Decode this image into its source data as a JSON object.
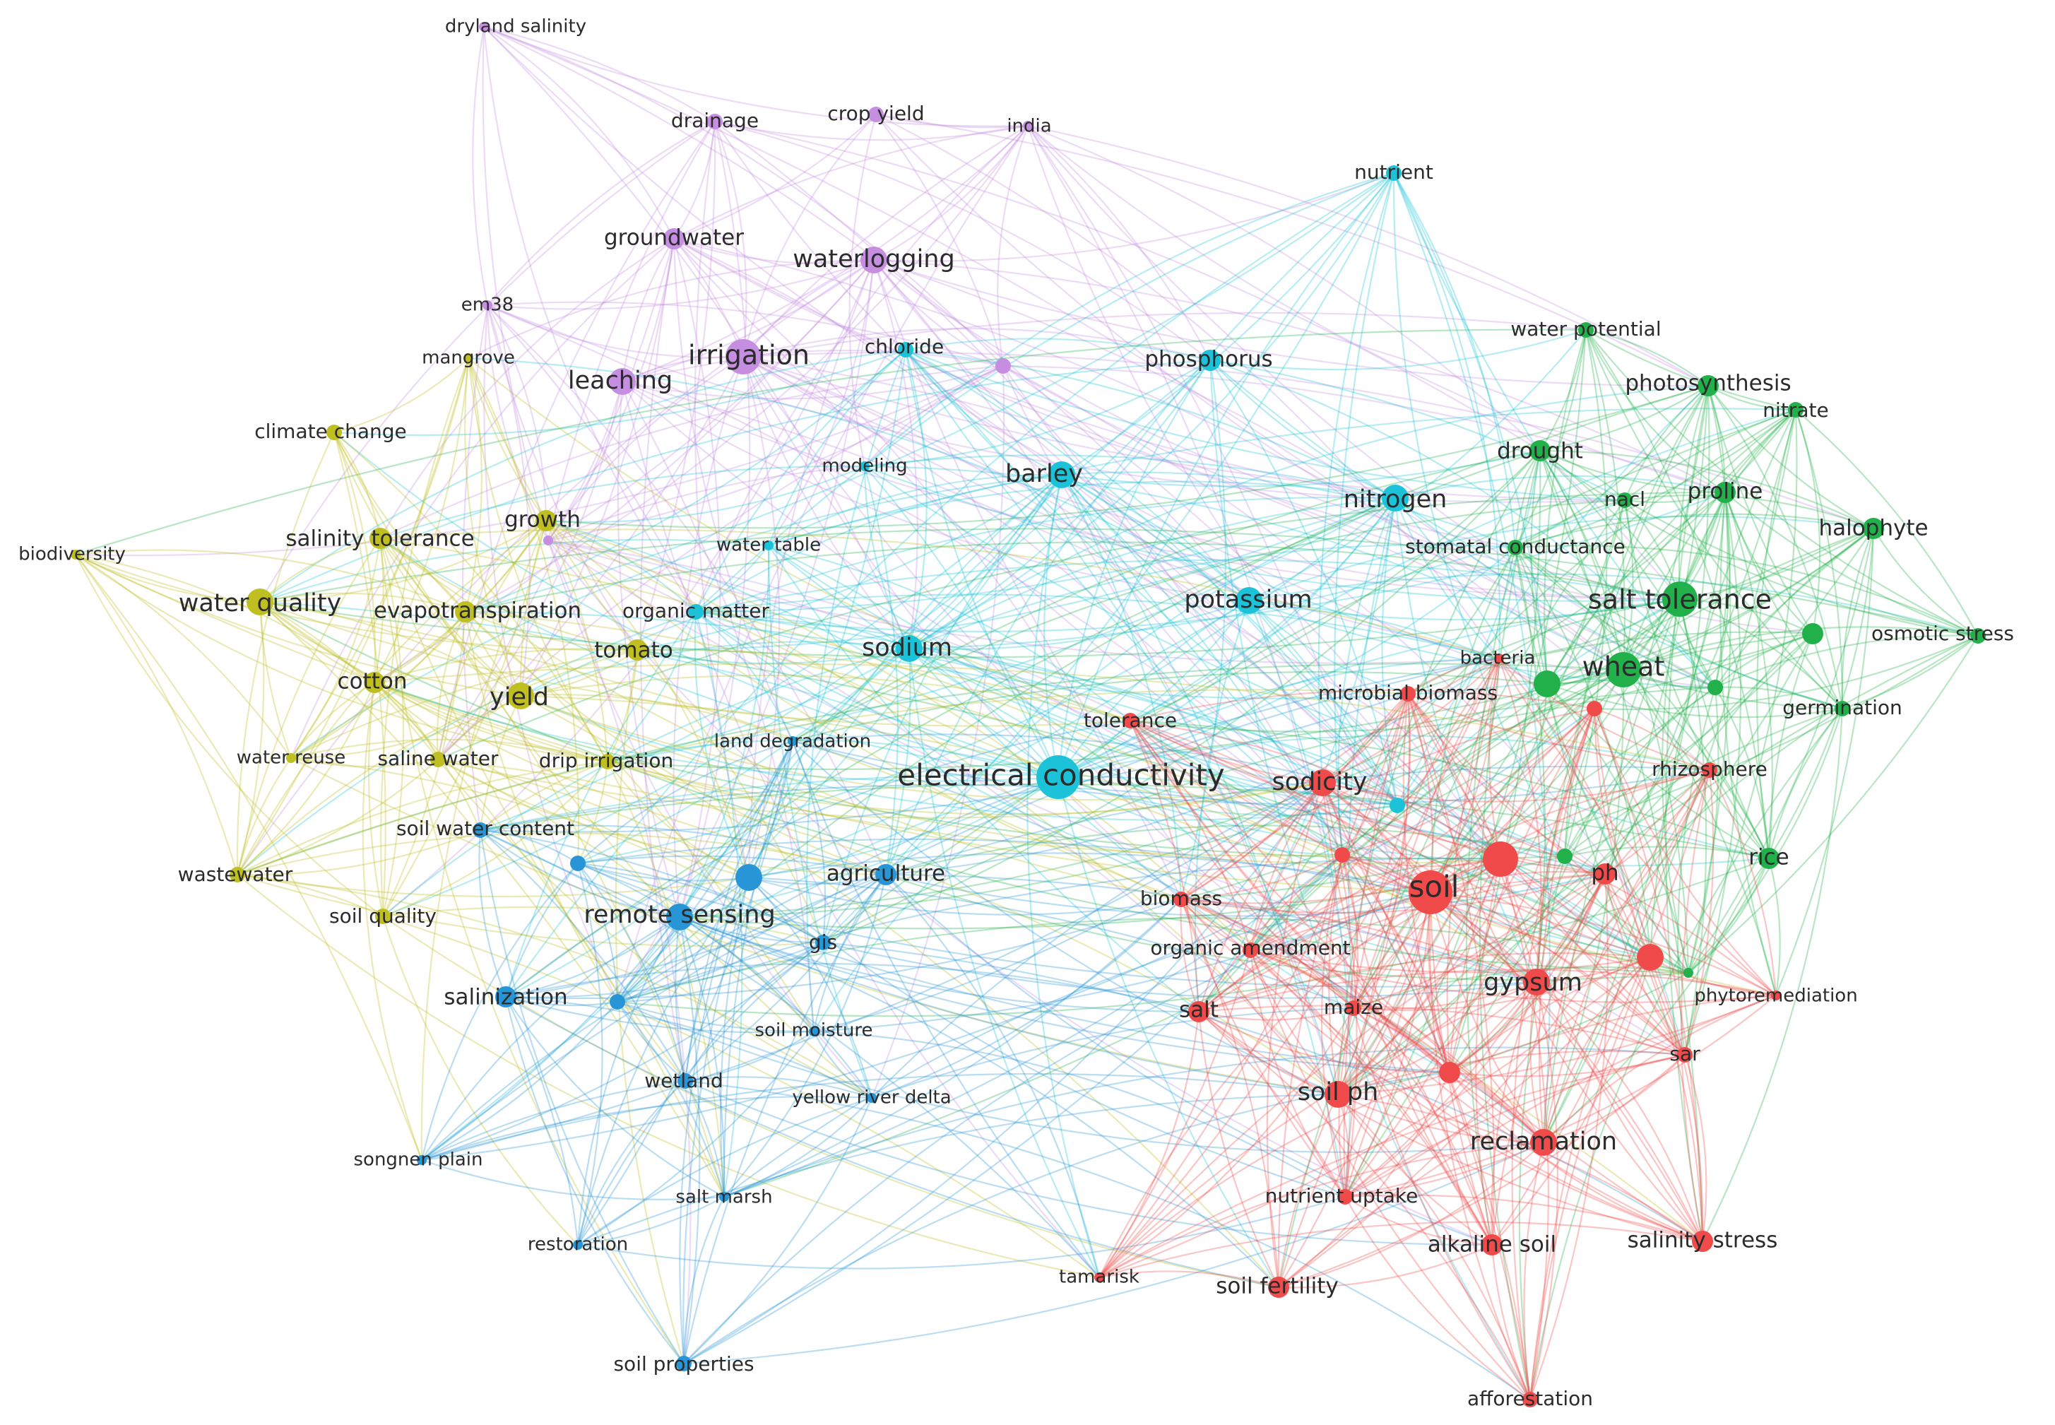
{
  "clusters": {
    "red": "#f04a4a",
    "green": "#22b04b",
    "blue": "#2896d6",
    "yellow": "#bfbf22",
    "purple": "#c58ee0",
    "cyan": "#1cc3d8"
  },
  "nodes": [
    {
      "label": "dryland salinity",
      "cluster": "purple",
      "weight": 1
    },
    {
      "label": "drainage",
      "cluster": "purple",
      "weight": 2
    },
    {
      "label": "crop yield",
      "cluster": "purple",
      "weight": 2
    },
    {
      "label": "india",
      "cluster": "purple",
      "weight": 1
    },
    {
      "label": "groundwater",
      "cluster": "purple",
      "weight": 3
    },
    {
      "label": "waterlogging",
      "cluster": "purple",
      "weight": 4
    },
    {
      "label": "em38",
      "cluster": "purple",
      "weight": 1
    },
    {
      "label": "irrigation",
      "cluster": "purple",
      "weight": 5
    },
    {
      "label": "leaching",
      "cluster": "purple",
      "weight": 4
    },
    {
      "label": "",
      "cluster": "purple",
      "weight": 2
    },
    {
      "label": "",
      "cluster": "purple",
      "weight": 1
    },
    {
      "label": "nutrient",
      "cluster": "cyan",
      "weight": 2
    },
    {
      "label": "chloride",
      "cluster": "cyan",
      "weight": 2
    },
    {
      "label": "phosphorus",
      "cluster": "cyan",
      "weight": 3
    },
    {
      "label": "modeling",
      "cluster": "cyan",
      "weight": 1
    },
    {
      "label": "barley",
      "cluster": "cyan",
      "weight": 4
    },
    {
      "label": "nitrogen",
      "cluster": "cyan",
      "weight": 4
    },
    {
      "label": "water table",
      "cluster": "cyan",
      "weight": 1
    },
    {
      "label": "potassium",
      "cluster": "cyan",
      "weight": 4
    },
    {
      "label": "organic matter",
      "cluster": "cyan",
      "weight": 2
    },
    {
      "label": "sodium",
      "cluster": "cyan",
      "weight": 4
    },
    {
      "label": "electrical conductivity",
      "cluster": "cyan",
      "weight": 6
    },
    {
      "label": "",
      "cluster": "cyan",
      "weight": 2
    },
    {
      "label": "water potential",
      "cluster": "green",
      "weight": 2
    },
    {
      "label": "photosynthesis",
      "cluster": "green",
      "weight": 3
    },
    {
      "label": "nitrate",
      "cluster": "green",
      "weight": 2
    },
    {
      "label": "drought",
      "cluster": "green",
      "weight": 3
    },
    {
      "label": "nacl",
      "cluster": "green",
      "weight": 2
    },
    {
      "label": "proline",
      "cluster": "green",
      "weight": 3
    },
    {
      "label": "halophyte",
      "cluster": "green",
      "weight": 3
    },
    {
      "label": "stomatal conductance",
      "cluster": "green",
      "weight": 2
    },
    {
      "label": "salt tolerance",
      "cluster": "green",
      "weight": 5
    },
    {
      "label": "osmotic stress",
      "cluster": "green",
      "weight": 2
    },
    {
      "label": "wheat",
      "cluster": "green",
      "weight": 5
    },
    {
      "label": "germination",
      "cluster": "green",
      "weight": 2
    },
    {
      "label": "rice",
      "cluster": "green",
      "weight": 3
    },
    {
      "label": "",
      "cluster": "green",
      "weight": 3
    },
    {
      "label": "",
      "cluster": "green",
      "weight": 2
    },
    {
      "label": "",
      "cluster": "green",
      "weight": 4
    },
    {
      "label": "",
      "cluster": "green",
      "weight": 2
    },
    {
      "label": "",
      "cluster": "green",
      "weight": 1
    },
    {
      "label": "mangrove",
      "cluster": "yellow",
      "weight": 1
    },
    {
      "label": "climate change",
      "cluster": "yellow",
      "weight": 2
    },
    {
      "label": "growth",
      "cluster": "yellow",
      "weight": 3
    },
    {
      "label": "salinity tolerance",
      "cluster": "yellow",
      "weight": 3
    },
    {
      "label": "biodiversity",
      "cluster": "yellow",
      "weight": 1
    },
    {
      "label": "water quality",
      "cluster": "yellow",
      "weight": 4
    },
    {
      "label": "evapotranspiration",
      "cluster": "yellow",
      "weight": 3
    },
    {
      "label": "tomato",
      "cluster": "yellow",
      "weight": 3
    },
    {
      "label": "cotton",
      "cluster": "yellow",
      "weight": 3
    },
    {
      "label": "yield",
      "cluster": "yellow",
      "weight": 4
    },
    {
      "label": "water reuse",
      "cluster": "yellow",
      "weight": 1
    },
    {
      "label": "saline water",
      "cluster": "yellow",
      "weight": 2
    },
    {
      "label": "drip irrigation",
      "cluster": "yellow",
      "weight": 2
    },
    {
      "label": "wastewater",
      "cluster": "yellow",
      "weight": 2
    },
    {
      "label": "soil quality",
      "cluster": "yellow",
      "weight": 2
    },
    {
      "label": "land degradation",
      "cluster": "blue",
      "weight": 1
    },
    {
      "label": "soil water content",
      "cluster": "blue",
      "weight": 2
    },
    {
      "label": "agriculture",
      "cluster": "blue",
      "weight": 3
    },
    {
      "label": "remote sensing",
      "cluster": "blue",
      "weight": 4
    },
    {
      "label": "gis",
      "cluster": "blue",
      "weight": 2
    },
    {
      "label": "salinization",
      "cluster": "blue",
      "weight": 3
    },
    {
      "label": "soil moisture",
      "cluster": "blue",
      "weight": 1
    },
    {
      "label": "wetland",
      "cluster": "blue",
      "weight": 2
    },
    {
      "label": "yellow river delta",
      "cluster": "blue",
      "weight": 1
    },
    {
      "label": "songnen plain",
      "cluster": "blue",
      "weight": 1
    },
    {
      "label": "salt marsh",
      "cluster": "blue",
      "weight": 1
    },
    {
      "label": "restoration",
      "cluster": "blue",
      "weight": 1
    },
    {
      "label": "soil properties",
      "cluster": "blue",
      "weight": 2
    },
    {
      "label": "",
      "cluster": "blue",
      "weight": 4
    },
    {
      "label": "",
      "cluster": "blue",
      "weight": 2
    },
    {
      "label": "",
      "cluster": "blue",
      "weight": 2
    },
    {
      "label": "bacteria",
      "cluster": "red",
      "weight": 1
    },
    {
      "label": "microbial biomass",
      "cluster": "red",
      "weight": 2
    },
    {
      "label": "tolerance",
      "cluster": "red",
      "weight": 2
    },
    {
      "label": "sodicity",
      "cluster": "red",
      "weight": 4
    },
    {
      "label": "rhizosphere",
      "cluster": "red",
      "weight": 2
    },
    {
      "label": "soil",
      "cluster": "red",
      "weight": 6
    },
    {
      "label": "ph",
      "cluster": "red",
      "weight": 3
    },
    {
      "label": "biomass",
      "cluster": "red",
      "weight": 2
    },
    {
      "label": "organic amendment",
      "cluster": "red",
      "weight": 2
    },
    {
      "label": "gypsum",
      "cluster": "red",
      "weight": 4
    },
    {
      "label": "phytoremediation",
      "cluster": "red",
      "weight": 1
    },
    {
      "label": "salt",
      "cluster": "red",
      "weight": 3
    },
    {
      "label": "maize",
      "cluster": "red",
      "weight": 2
    },
    {
      "label": "sar",
      "cluster": "red",
      "weight": 2
    },
    {
      "label": "soil ph",
      "cluster": "red",
      "weight": 4
    },
    {
      "label": "reclamation",
      "cluster": "red",
      "weight": 4
    },
    {
      "label": "nutrient uptake",
      "cluster": "red",
      "weight": 2
    },
    {
      "label": "alkaline soil",
      "cluster": "red",
      "weight": 3
    },
    {
      "label": "salinity stress",
      "cluster": "red",
      "weight": 3
    },
    {
      "label": "tamarisk",
      "cluster": "red",
      "weight": 1
    },
    {
      "label": "soil fertility",
      "cluster": "red",
      "weight": 3
    },
    {
      "label": "afforestation",
      "cluster": "red",
      "weight": 2
    },
    {
      "label": "",
      "cluster": "red",
      "weight": 5
    },
    {
      "label": "",
      "cluster": "red",
      "weight": 4
    },
    {
      "label": "",
      "cluster": "red",
      "weight": 3
    },
    {
      "label": "",
      "cluster": "red",
      "weight": 2
    },
    {
      "label": "",
      "cluster": "red",
      "weight": 2
    }
  ]
}
